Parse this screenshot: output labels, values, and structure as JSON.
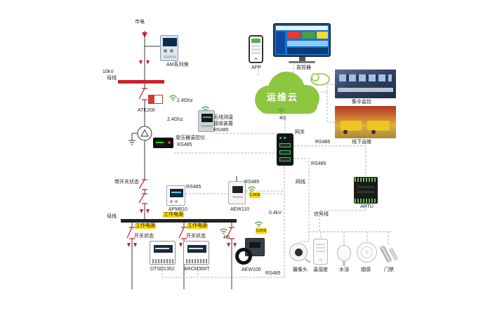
{
  "colors": {
    "busbar_hv": "#cc2229",
    "busbar_lv": "#222222",
    "cloud_green": "#8dc63f",
    "highlight_yellow": "#ffd60a",
    "wifi_green": "#53a245",
    "switch_red": "#d21f26"
  },
  "electrical": {
    "mains": "市电",
    "hv_voltage": "10kV",
    "busbar_hv": "母线",
    "am_relay": "AM系列保",
    "ate200": "ATE200",
    "ghz_top": "2.4Ghz",
    "ghz_mid": "2.4Ghz",
    "wireless_rx_line1": "无线测温",
    "wireless_rx_line2": "接收装置",
    "wireless_rx_rs485": "RS485",
    "transformer_ctrl": "变压器温控仪",
    "transformer_rs485": "RS485",
    "switch_status_main": "带开关状态",
    "apm810": "APM810",
    "apm_rs485": "RS485",
    "aew110": "AEW110",
    "aew_rs485": "RS485",
    "aew_lora": "Lora",
    "work_power_main": "工作电源",
    "busbar_lv": "母线",
    "lv_voltage": "0.4kV"
  },
  "cloud": {
    "label": "运维云",
    "uplink": "4G"
  },
  "monitoring": {
    "app": "APP",
    "monitor": "监控器",
    "central": "集中监控",
    "offline": "线下运维"
  },
  "gateway": {
    "label": "网关",
    "rs485_to_artu": "RS485",
    "rs485_down": "RS485",
    "netcable": "网线"
  },
  "artu": {
    "label": "ARTU",
    "signal_line": "信号线"
  },
  "feeders": {
    "work_power_1": "工作电源",
    "work_power_2": "工作电源",
    "switch_status_1": "开关状态",
    "switch_status_2": "开关状态",
    "g4": "4G",
    "lora": "Lora",
    "rs485_bus": "RS485",
    "meter_1": "DTSD1352",
    "meter_2": "ARCM300T",
    "meter_3": "AEW100"
  },
  "sensors": {
    "camera": "摄像头",
    "temp_humidity": "温湿度",
    "water": "水浸",
    "smoke": "烟感",
    "door": "门禁"
  }
}
